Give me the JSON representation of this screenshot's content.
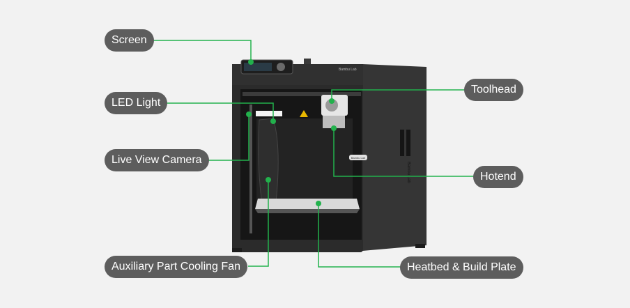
{
  "colors": {
    "background": "#f2f2f2",
    "pill": "#5d5d5d",
    "pill_text": "#ffffff",
    "leader": "#22b14c",
    "body_dark": "#2b2b2b",
    "body_mid": "#3a3a3a",
    "window": "#141414",
    "plate": "#d9d9d9"
  },
  "printer": {
    "brand_badge": "Bambu Lab",
    "side_logo": "Bambu Lab",
    "toolhead_badge": "Bambu Lab"
  },
  "labels": {
    "screen": "Screen",
    "led_light": "LED Light",
    "live_view_camera": "Live View Camera",
    "auxiliary_fan": "Auxiliary Part Cooling Fan",
    "toolhead": "Toolhead",
    "hotend": "Hotend",
    "heatbed": "Heatbed & Build Plate"
  }
}
